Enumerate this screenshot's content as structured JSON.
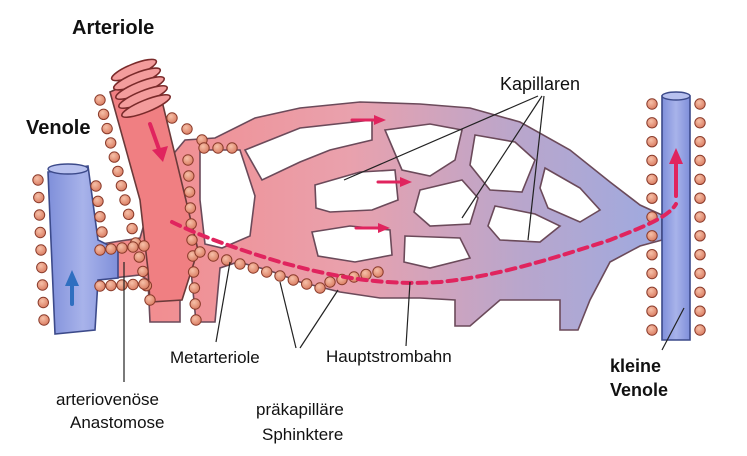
{
  "labels": {
    "arteriole": "Arteriole",
    "venole": "Venole",
    "kapillaren": "Kapillaren",
    "metarteriole": "Metarteriole",
    "hauptstrombahn": "Hauptstrombahn",
    "kleine_venole_line1": "kleine",
    "kleine_venole_line2": "Venole",
    "anastomose_line1": "arteriovenöse",
    "anastomose_line2": "Anastomose",
    "sphinktere_line1": "präkapilläre",
    "sphinktere_line2": "Sphinktere"
  },
  "colors": {
    "artery": "#f08a8a",
    "vein": "#9aa6dd",
    "flow_arrow": "#e0245e",
    "muscle_bead": "#e9967a",
    "vein_arrow": "#2f6fc0"
  },
  "icons": [
    "flow-arrow-icon",
    "blood-flow-dashed-path"
  ]
}
